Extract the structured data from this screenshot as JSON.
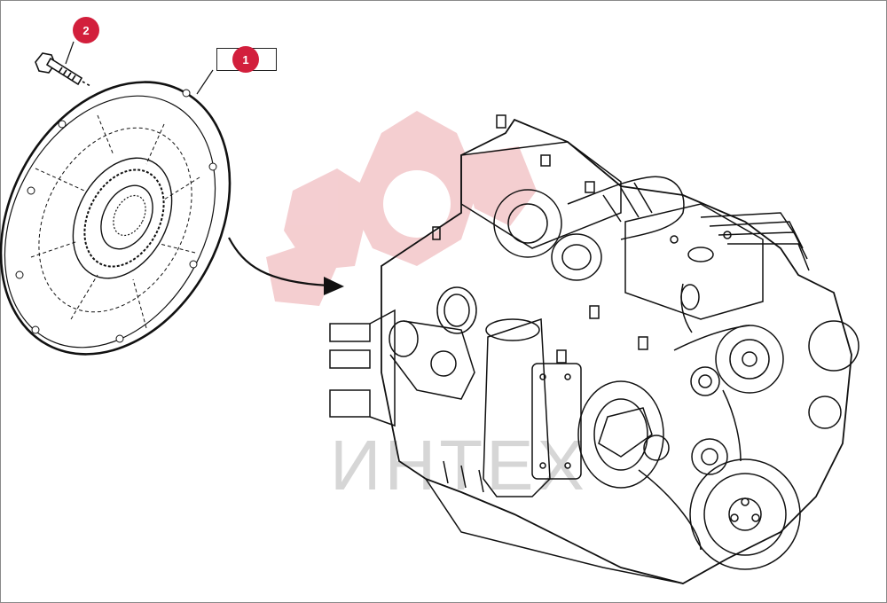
{
  "callouts": [
    {
      "id": "1",
      "label": "1"
    },
    {
      "id": "2",
      "label": "2"
    }
  ],
  "watermark": {
    "text": "ИНТЕХ"
  },
  "colors": {
    "callout_fill": "#d21f3c",
    "line": "#111111",
    "watermark_red": "#f3c9cc",
    "watermark_gray": "#d6d6d6"
  },
  "icons": {
    "watermark": "gear-shield-logo",
    "pointer": "curved-arrow"
  }
}
